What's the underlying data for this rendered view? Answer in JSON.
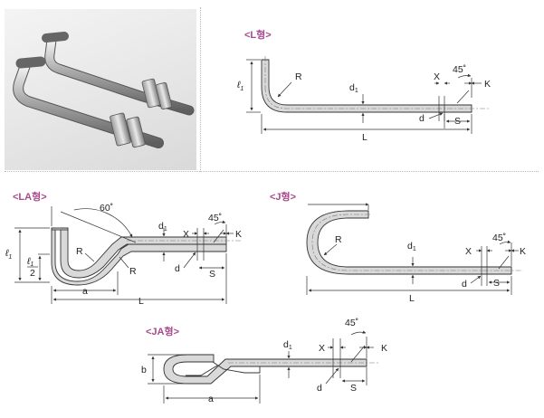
{
  "diagrams": {
    "l_type": {
      "title": "<L형>",
      "labels": {
        "r": "R",
        "d1": "d",
        "d1_sub": "1",
        "d": "d",
        "x": "X",
        "k": "K",
        "s": "S",
        "l": "L",
        "l1": "ℓ",
        "l1_sub": "1",
        "angle": "45˚"
      }
    },
    "la_type": {
      "title": "<LA형>",
      "labels": {
        "angle60": "60˚",
        "r1": "R",
        "r2": "R",
        "d1": "d",
        "d1_sub": "1",
        "d": "d",
        "x": "X",
        "k": "K",
        "s": "S",
        "a": "a",
        "l": "L",
        "l1": "ℓ",
        "l1_sub": "1",
        "half_l1_num": "ℓ",
        "half_l1_num_sub": "1",
        "half_l1_den": "2",
        "angle45": "45˚"
      }
    },
    "j_type": {
      "title": "<J형>",
      "labels": {
        "r": "R",
        "d1": "d",
        "d1_sub": "1",
        "d": "d",
        "x": "X",
        "k": "K",
        "s": "S",
        "l": "L",
        "angle": "45˚"
      }
    },
    "ja_type": {
      "title": "<JA형>",
      "labels": {
        "b": "b",
        "a": "a",
        "d1": "d",
        "d1_sub": "1",
        "d": "d",
        "x": "X",
        "k": "K",
        "s": "S",
        "angle": "45˚"
      }
    }
  },
  "colors": {
    "title": "#a84a8c",
    "bolt_fill": "#d9d9d9",
    "bolt_stroke": "#333333"
  }
}
